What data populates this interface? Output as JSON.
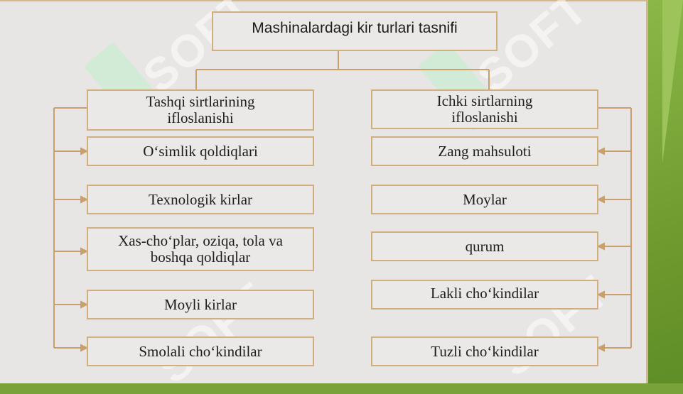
{
  "diagram": {
    "title": "Mashinalardagi kir turlari tasnifi",
    "left_header": "Tashqi sirtlarining ifloslanishi",
    "right_header": "Ichki sirtlarning ifloslanishi",
    "left_items": [
      "O‘simlik qoldiqlari",
      "Texnologik kirlar",
      "Xas-cho‘plar, oziqa, tola va boshqa qoldiqlar",
      "Moyli kirlar",
      "Smolali cho‘kindilar"
    ],
    "right_items": [
      "Zang mahsuloti",
      "Moylar",
      "qurum",
      "Lakli cho‘kindilar",
      "Tuzli cho‘kindilar"
    ]
  },
  "watermark": "SOFT",
  "colors": {
    "background_green": "#7aa23a",
    "panel": "#e8e6e4",
    "box_border": "#d0ae7e",
    "connector": "#c9a06c",
    "text": "#1d1d1d"
  }
}
